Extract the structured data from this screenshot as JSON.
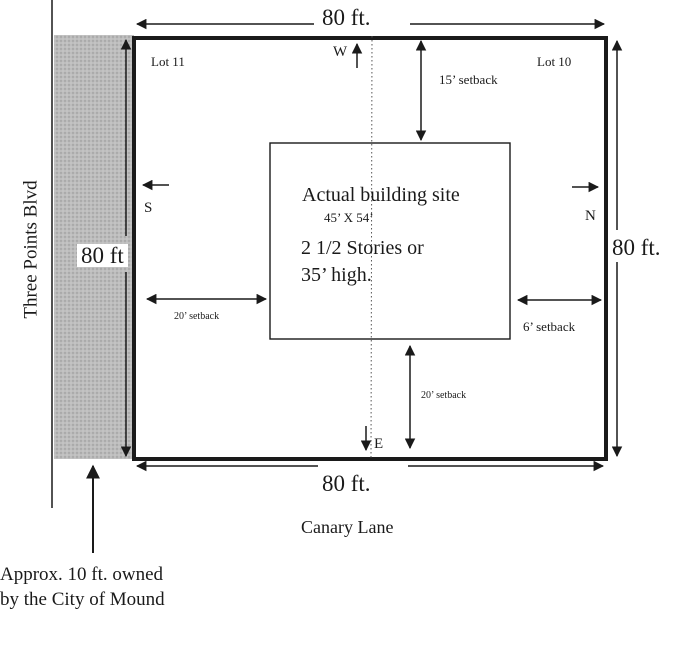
{
  "colors": {
    "ink": "#1a1a1a",
    "city_strip": "#b9b9b9",
    "paper": "#ffffff"
  },
  "dimensions": {
    "top": "80 ft.",
    "bottom": "80 ft.",
    "left": "80 ft",
    "right": "80 ft."
  },
  "lots": {
    "left": "Lot 11",
    "right": "Lot 10"
  },
  "directions": {
    "top": "W",
    "bottom": "E",
    "left": "S",
    "right": "N"
  },
  "building": {
    "title": "Actual building site",
    "size": "45’ X 54’",
    "stories": "2 1/2 Stories or",
    "height": "35’ high."
  },
  "setbacks": {
    "top": "15’ setback",
    "left": "20’ setback",
    "right": "6’ setback",
    "bottom": "20’ setback"
  },
  "streets": {
    "west_side": "Three Points Blvd",
    "south_side": "Canary Lane"
  },
  "note": {
    "line1": "Approx. 10 ft. owned",
    "line2": "by the City of Mound"
  }
}
